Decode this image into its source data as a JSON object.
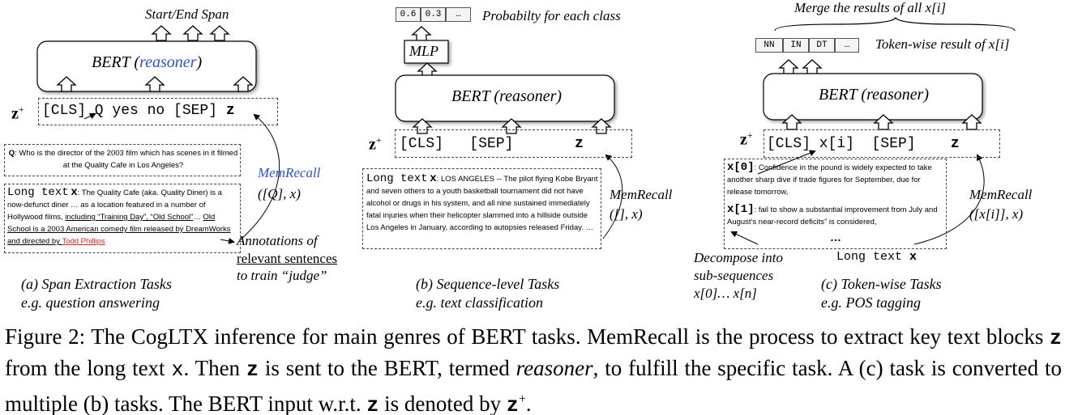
{
  "panel_a": {
    "top_label": "Start/End Span",
    "bert_prefix": "BERT (",
    "bert_reasoner": "reasoner",
    "bert_suffix": ")",
    "zplus": "z",
    "zplus_sup": "+",
    "input_seq": "[CLS] Q yes no [SEP]",
    "input_z": "z",
    "question_q": "Q",
    "question_text": ": Who is the director of the 2003 film which has scenes in it filmed at the Quality Cafe in Los Angeles?",
    "long_text_label": "Long text",
    "long_text_x": "x",
    "long_text_part1": ": The Quality Cafe (aka. Quality Diner) is a now-defunct diner  … as a location featured in a number of Hollywood films, ",
    "long_text_underlined1": "including “Training Day”, “Old School”",
    "long_text_part2": "… ",
    "long_text_underlined2": "Old School is a 2003 American comedy film released by DreamWorks and directed by ",
    "long_text_red": "Todd Phillips",
    "memrecall": "MemRecall",
    "memrecall_args": "([Q], x)",
    "annotation_line1": "Annotations  of",
    "annotation_line2": "relevant sentences",
    "annotation_line3": "to train “judge”",
    "caption_line1": "(a) Span Extraction Tasks",
    "caption_line2": "e.g. question answering"
  },
  "panel_b": {
    "probs": [
      "0.6",
      "0.3",
      "…"
    ],
    "probs_label": "Probabilty for each class",
    "mlp": "MLP",
    "bert": "BERT (reasoner)",
    "zplus": "z",
    "zplus_sup": "+",
    "input_seq": "[CLS]   [SEP]",
    "input_z": "z",
    "long_text_label": "Long text",
    "long_text_x": "x",
    "long_text_body": ": LOS ANGELES -- The pilot flying Kobe Bryant and seven others to a youth basketball tournament did not have alcohol or drugs in his system, and all nine sustained immediately fatal injuries when their helicopter slammed into a hillside outside Los Angeles in January, according to autopsies released Friday. …",
    "memrecall": "MemRecall",
    "memrecall_args": "([], x)",
    "caption_line1": "(b) Sequence-level Tasks",
    "caption_line2": "e.g. text classification"
  },
  "panel_c": {
    "merge_label": "Merge the results of all x[i]",
    "tags": [
      "NN",
      "IN",
      "DT",
      "…"
    ],
    "tags_label": "Token-wise result of x[i]",
    "bert": "BERT (reasoner)",
    "zplus": "z",
    "zplus_sup": "+",
    "input_seq": "[CLS] x[i]  [SEP]",
    "input_z": "z",
    "x0_label": "x[0]",
    "x0_text": ": Confidence in the pound is widely expected to take another sharp dive if trade figures for September, due for release tomorrow,",
    "x1_label": "x[1]",
    "x1_text": ": fail to show a substantial improvement from July and August's near-record deficits” is considered,",
    "ellipsis": "…",
    "long_text_label": "Long text",
    "long_text_x": "x",
    "memrecall": "MemRecall",
    "memrecall_args": "([x[i]], x)",
    "decompose_line1": "Decompose into",
    "decompose_line2": "sub-sequences",
    "decompose_line3": "x[0]… x[n]",
    "caption_line1": "(c) Token-wise Tasks",
    "caption_line2": "e.g. POS tagging"
  },
  "caption": {
    "prefix": "Figure 2: The CogLTX inference for main genres of BERT tasks. MemRecall is the process to extract key text blocks ",
    "z1": "z",
    "p2": " from the long text ",
    "x1": "x",
    "p3": ". Then ",
    "z2": "z",
    "p4": " is sent to the BERT, termed ",
    "reasoner": "reasoner",
    "p5": ", to fulfill the specific task. A (c) task is converted to multiple (b) tasks. The BERT input w.r.t. ",
    "z3": "z",
    "p6": " is denoted by ",
    "z4": "z",
    "sup": "+",
    "p7": "."
  }
}
